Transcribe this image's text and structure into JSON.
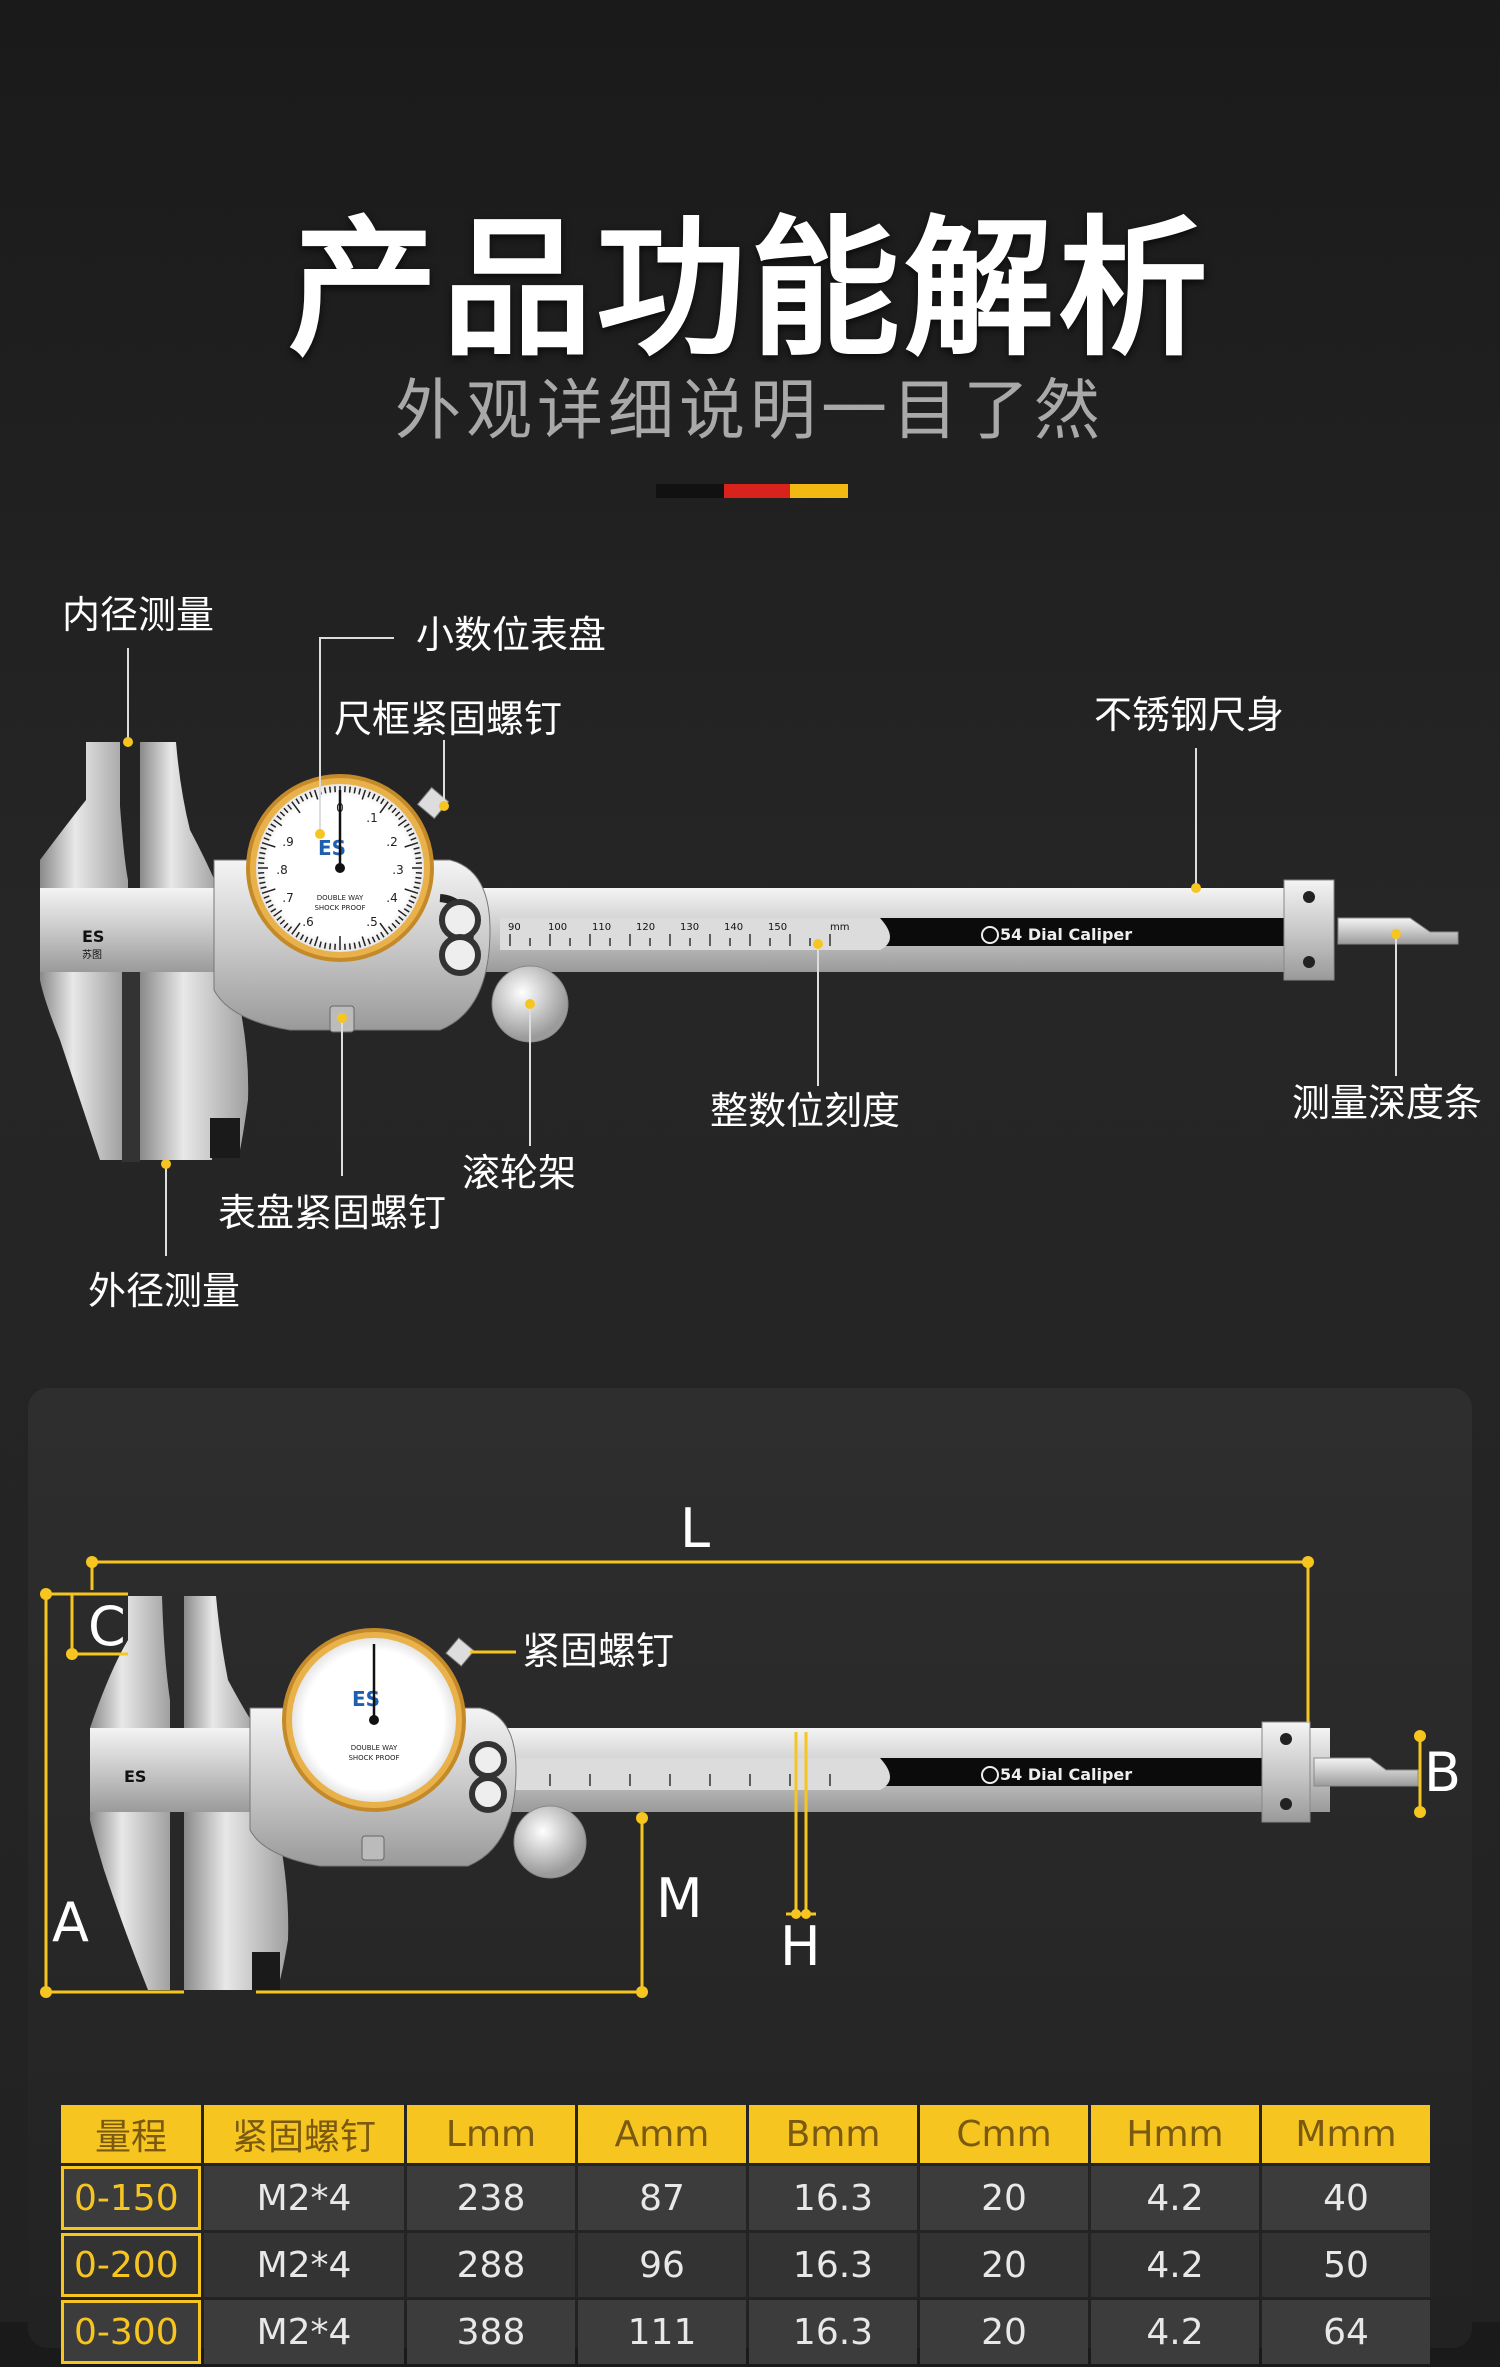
{
  "header": {
    "title": "产品功能解析",
    "subtitle": "外观详细说明一目了然"
  },
  "colors": {
    "accent_yellow": "#f7c520",
    "flag_black": "#111111",
    "flag_red": "#d8221c",
    "flag_gold": "#f2b912"
  },
  "callouts": {
    "inner_measure": "内径测量",
    "dial": "小数位表盘",
    "frame_screw": "尺框紧固螺钉",
    "stainless_body": "不锈钢尺身",
    "integer_scale": "整数位刻度",
    "depth_bar": "测量深度条",
    "roller": "滚轮架",
    "dial_screw": "表盘紧固螺钉",
    "outer_measure": "外径测量"
  },
  "caliper_print": {
    "brand": "ES",
    "brand_cn": "苏图",
    "model": "54 Dial Caliper",
    "dial_text_1": "DOUBLE WAY",
    "dial_text_2": "SHOCK PROOF",
    "scale_numbers": [
      "90",
      "100",
      "110",
      "120",
      "130",
      "140",
      "150",
      "mm"
    ],
    "dial_numbers": [
      "0",
      ".1",
      ".2",
      ".3",
      ".4",
      ".5",
      ".6",
      ".7",
      ".8",
      ".9"
    ]
  },
  "dimensions": {
    "L": "L",
    "A": "A",
    "B": "B",
    "C": "C",
    "H": "H",
    "M": "M",
    "screw": "紧固螺钉"
  },
  "spec_table": {
    "headers": [
      "量程",
      "紧固螺钉",
      "Lmm",
      "Amm",
      "Bmm",
      "Cmm",
      "Hmm",
      "Mmm"
    ],
    "rows": [
      [
        "0-150",
        "M2*4",
        "238",
        "87",
        "16.3",
        "20",
        "4.2",
        "40"
      ],
      [
        "0-200",
        "M2*4",
        "288",
        "96",
        "16.3",
        "20",
        "4.2",
        "50"
      ],
      [
        "0-300",
        "M2*4",
        "388",
        "111",
        "16.3",
        "20",
        "4.2",
        "64"
      ]
    ]
  }
}
